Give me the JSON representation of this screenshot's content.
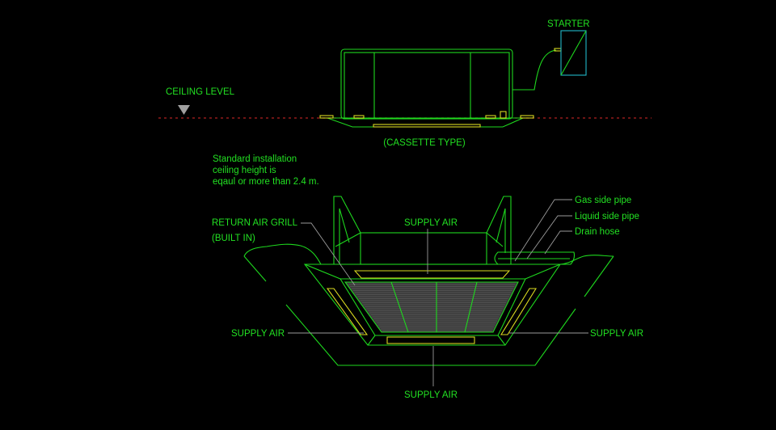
{
  "labels": {
    "starter": "STARTER",
    "ceiling_level": "CEILING LEVEL",
    "cassette_type": "(CASSETTE TYPE)",
    "note": [
      "Standard installation",
      "ceiling height is",
      "eqaul or more than 2.4 m."
    ],
    "return_air_grill": "RETURN AIR GRILL",
    "built_in": "(BUILT IN)",
    "supply_air_top": "SUPPLY AIR",
    "supply_air_left": "SUPPLY AIR",
    "supply_air_right": "SUPPLY AIR",
    "supply_air_bottom": "SUPPLY AIR",
    "gas_side_pipe": "Gas side pipe",
    "liquid_side_pipe": "Liquid side pipe",
    "drain_hose": "Drain hose"
  },
  "colors": {
    "background": "#000000",
    "line": "#1ed81e",
    "text": "#22e022",
    "accent_yellow": "#d8d820",
    "starter_box": "#20b8c8",
    "ceiling_line": "#b02020",
    "leader": "#9a9a9a"
  }
}
